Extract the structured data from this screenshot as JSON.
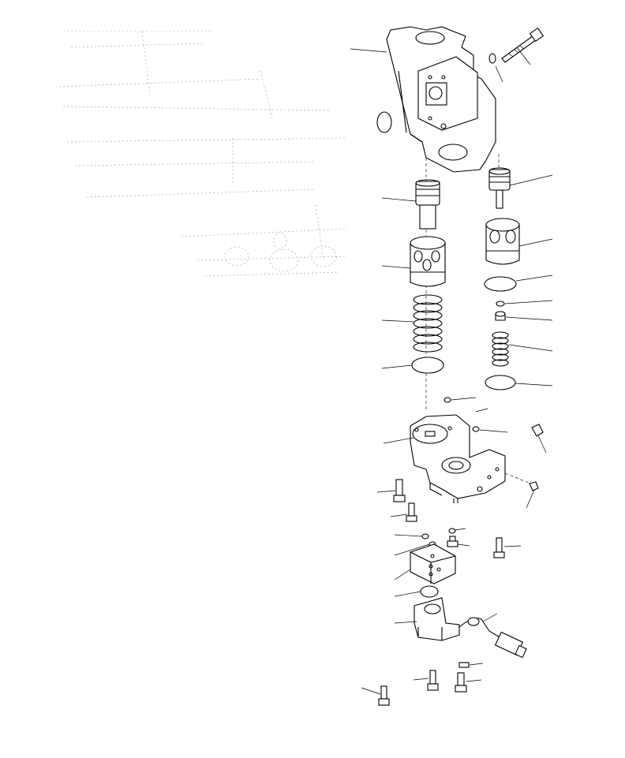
{
  "figure": {
    "colors": {
      "line": "#000000",
      "background": "#ffffff",
      "ghost": "#9a9a9a"
    },
    "parts": [
      "valve-body-upper",
      "through-bolt",
      "washer",
      "spool-left",
      "spool-right",
      "sleeve-left",
      "sleeve-right",
      "oring-large-right",
      "oring-small",
      "retainer",
      "spring-right",
      "oring-right-lower",
      "spring-left",
      "oring-left",
      "oring-small-lower",
      "oring-small-b",
      "plug-a",
      "valve-body-lower",
      "plug-b",
      "bolt-a",
      "bolt-b",
      "oring-c",
      "oring-d",
      "bolt-c",
      "bolt-d",
      "adapter-block",
      "oring-e",
      "solenoid-valve",
      "wiring-connector",
      "nut",
      "bolt-e",
      "bolt-f",
      "bolt-g"
    ]
  }
}
